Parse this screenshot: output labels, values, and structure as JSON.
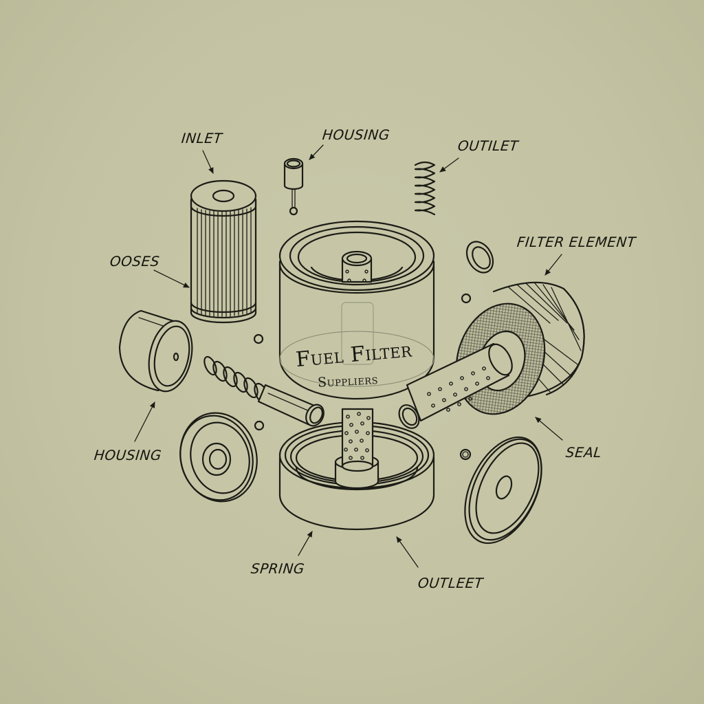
{
  "diagram": {
    "type": "exploded-view technical illustration",
    "subject": "fuel filter assembly",
    "background_color": "#c5c5a6",
    "line_color": "#1c1c16"
  },
  "brand": {
    "title": "Fuel Filter",
    "subtitle": "Suppliers"
  },
  "labels": {
    "inlet": "INLET",
    "housing_top": "HOUSING",
    "outilet": "OUTILET",
    "filter_element": "FILTER ELEMENT",
    "ooses": "OOSES",
    "housing_left": "HOUSING",
    "seal": "SEAL",
    "spring": "SPRING",
    "outleet": "OUTLEET"
  },
  "parts": [
    {
      "id": "pleated-cartridge",
      "description": "tall pleated cylindrical filter cartridge"
    },
    {
      "id": "small-valve",
      "description": "small cylindrical cap with stem"
    },
    {
      "id": "coil-spring-vertical",
      "description": "vertical coil spring"
    },
    {
      "id": "main-housing",
      "description": "central cylindrical housing with brand label"
    },
    {
      "id": "perforated-tube",
      "description": "central perforated tube"
    },
    {
      "id": "base-bowl",
      "description": "lower ringed base bowl"
    },
    {
      "id": "filter-element-ring",
      "description": "pleated ring filter with mesh seal face"
    },
    {
      "id": "end-cap-left",
      "description": "short cylindrical end cap"
    },
    {
      "id": "coil-spring-horizontal",
      "description": "horizontal spring on rod"
    },
    {
      "id": "disc-gasket-left",
      "description": "round gasket disc with center boss"
    },
    {
      "id": "disc-gasket-right",
      "description": "large oval disc gasket"
    },
    {
      "id": "o-ring",
      "description": "small O-ring"
    },
    {
      "id": "small-washers",
      "description": "small loose washers"
    }
  ]
}
